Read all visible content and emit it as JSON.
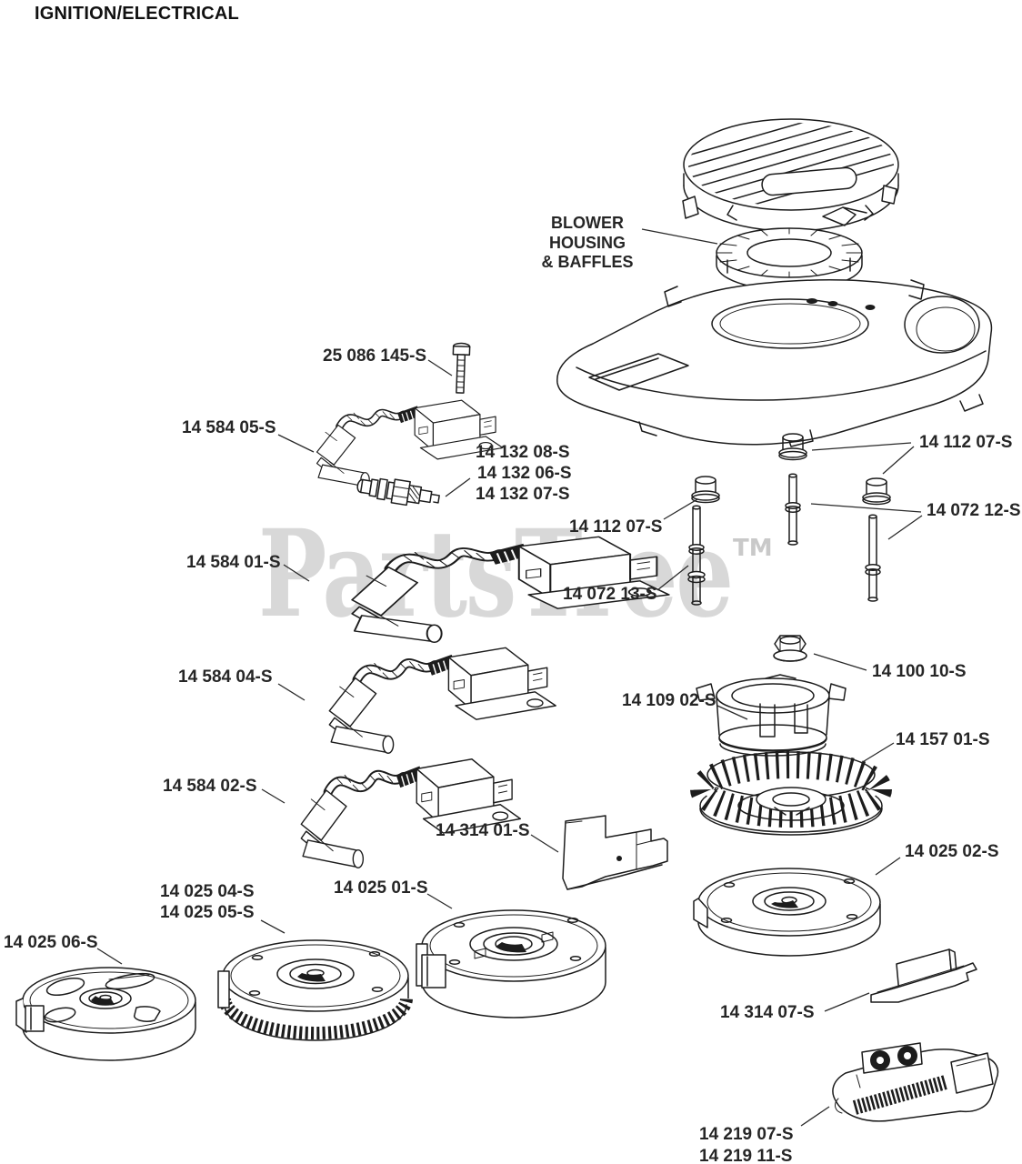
{
  "page": {
    "title": "IGNITION/ELECTRICAL"
  },
  "watermark": {
    "text": "PartsTree",
    "tm": "TM"
  },
  "colors": {
    "ink": "#262626",
    "line_art": "#1c1c1c",
    "watermark": "#d8d8d8"
  },
  "group_label": {
    "line1": "BLOWER",
    "line2": "HOUSING",
    "line3": "& BAFFLES"
  },
  "labels": [
    {
      "text": "25 086 145-S"
    },
    {
      "text": "14 584 05-S"
    },
    {
      "text": "14 132 08-S"
    },
    {
      "text": "14 132 06-S"
    },
    {
      "text": "14 132 07-S"
    },
    {
      "text": "14 112 07-S"
    },
    {
      "text": "14 072 12-S"
    },
    {
      "text": "14 112 07-S"
    },
    {
      "text": "14 072 13-S"
    },
    {
      "text": "14 584 01-S"
    },
    {
      "text": "14 584 04-S"
    },
    {
      "text": "14 100 10-S"
    },
    {
      "text": "14 109 02-S"
    },
    {
      "text": "14 157 01-S"
    },
    {
      "text": "14 584 02-S"
    },
    {
      "text": "14 314 01-S"
    },
    {
      "text": "14 025 02-S"
    },
    {
      "text": "14 025 04-S"
    },
    {
      "text": "14 025 05-S"
    },
    {
      "text": "14 025 01-S"
    },
    {
      "text": "14 025 06-S"
    },
    {
      "text": "14 314 07-S"
    },
    {
      "text": "14 219 07-S"
    },
    {
      "text": "14 219 11-S"
    }
  ]
}
